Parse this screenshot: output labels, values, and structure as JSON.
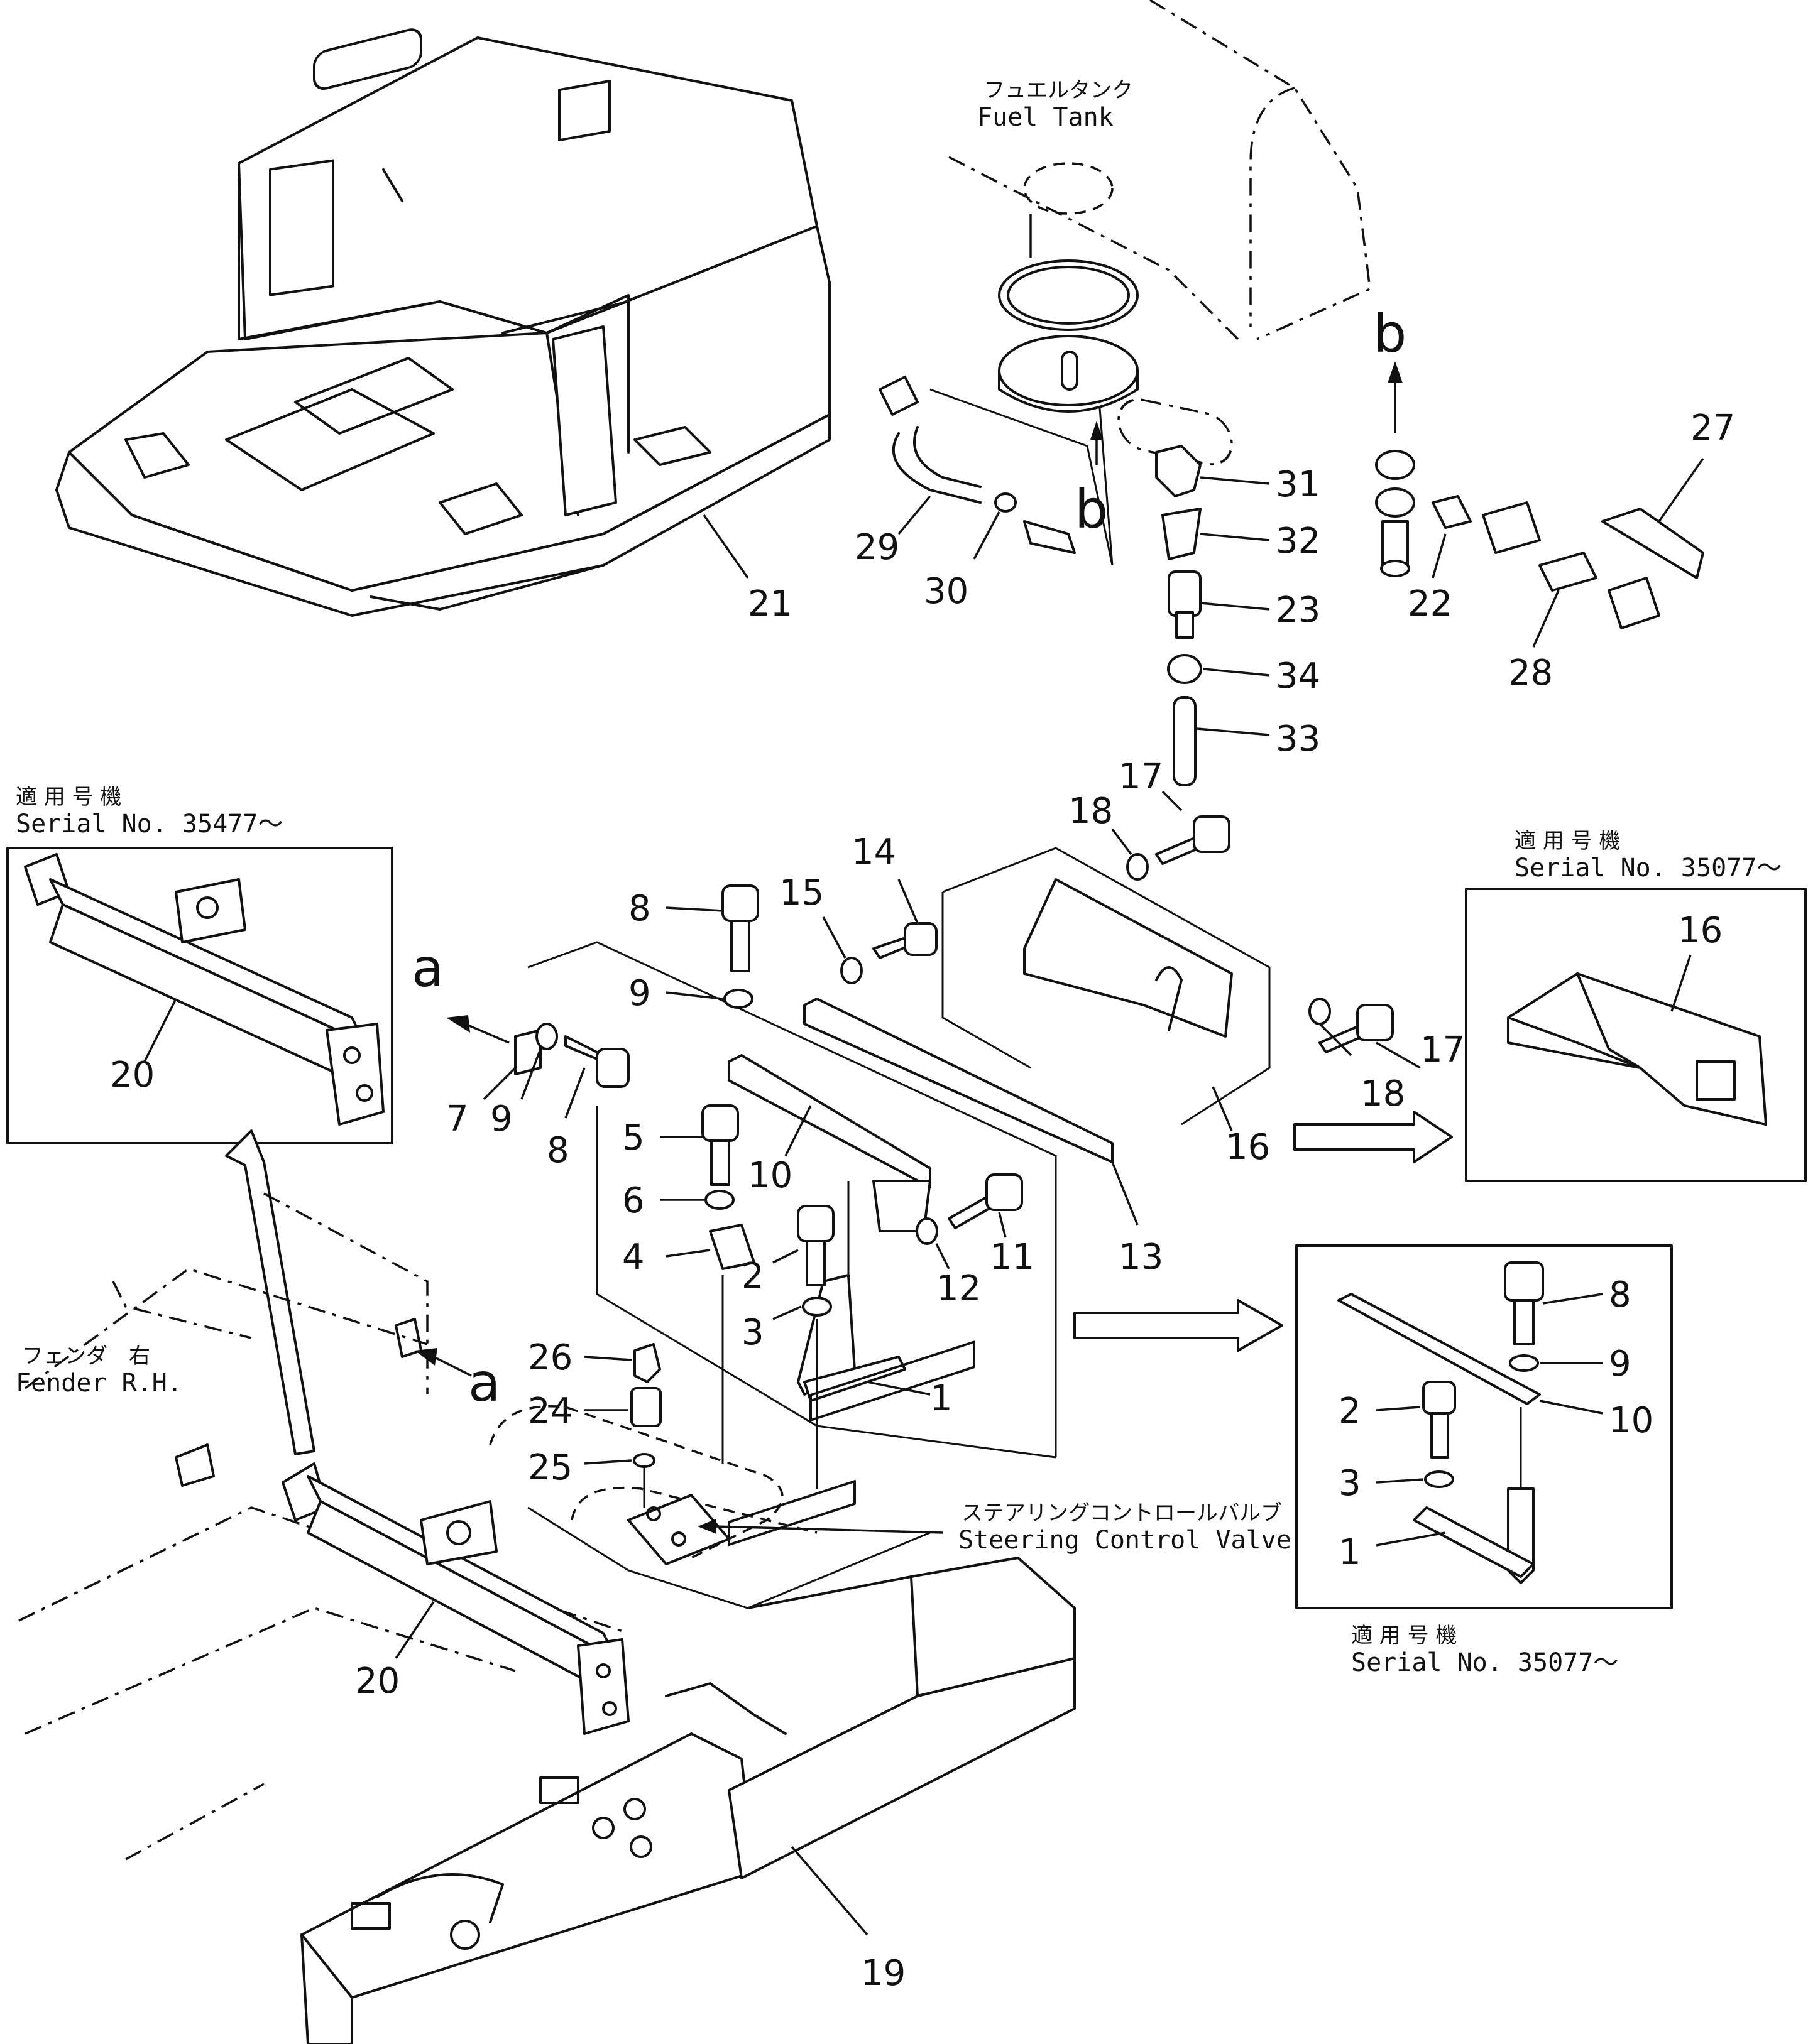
{
  "labels": {
    "fuel_tank_jp": "フュエルタンク",
    "fuel_tank_en": "Fuel  Tank",
    "fender_jp": "フェンダ　右",
    "fender_en": "Fender  R.H.",
    "steering_jp": "ステアリングコントロールバルブ",
    "steering_en": "Steering  Control  Valve",
    "serial_jp": "適 用 号 機",
    "serial_35477": "Serial  No. 35477～",
    "serial_35077_a": "Serial  No. 35077～",
    "serial_35077_b": "Serial  No. 35077～"
  },
  "callouts": {
    "a": "a",
    "b": "b",
    "n1": "1",
    "n2": "2",
    "n3": "3",
    "n4": "4",
    "n5": "5",
    "n6": "6",
    "n7": "7",
    "n8": "8",
    "n9": "9",
    "n10": "10",
    "n11": "11",
    "n12": "12",
    "n13": "13",
    "n14": "14",
    "n15": "15",
    "n16": "16",
    "n17": "17",
    "n18": "18",
    "n19": "19",
    "n20": "20",
    "n21": "21",
    "n22": "22",
    "n23": "23",
    "n24": "24",
    "n25": "25",
    "n26": "26",
    "n27": "27",
    "n28": "28",
    "n29": "29",
    "n30": "30",
    "n31": "31",
    "n32": "32",
    "n33": "33",
    "n34": "34"
  }
}
